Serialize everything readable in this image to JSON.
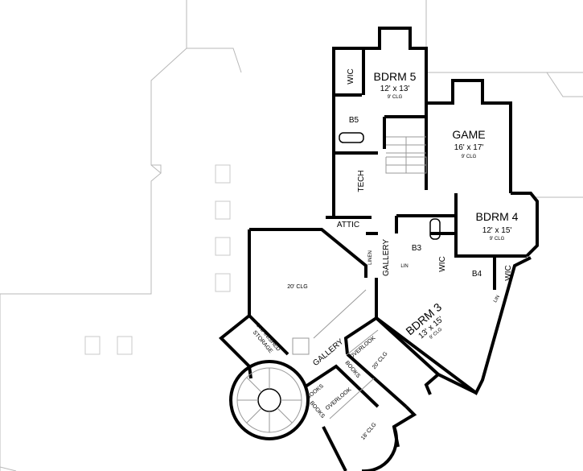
{
  "rooms": {
    "bdrm5": {
      "name": "BDRM 5",
      "size": "12' x 13'",
      "clg": "9' CLG"
    },
    "game": {
      "name": "GAME",
      "size": "16' x 17'",
      "clg": "9' CLG"
    },
    "bdrm4": {
      "name": "BDRM 4",
      "size": "12' x 15'",
      "clg": "9' CLG"
    },
    "bdrm3": {
      "name": "BDRM 3",
      "size": "13' x 15'",
      "clg": "9' CLG"
    },
    "wic_bdrm5": "WIC",
    "b5": "B5",
    "tech": "TECH",
    "attic": "ATTIC",
    "linen": "LINEN",
    "gallery_upper": "GALLERY",
    "b3": "B3",
    "lin_b3": "LIN",
    "wic_b3": "WIC",
    "b4": "B4",
    "wic_b4": "WIC",
    "lin_b4": "LIN",
    "great_room_clg": "20' CLG",
    "unfinished_storage": [
      "UNFINISHED",
      "STORAGE"
    ],
    "gallery_lower": "GALLERY",
    "overlook_upper": "OVERLOOK",
    "books_upper": "BOOKS",
    "foyer_clg": "20' CLG",
    "books_left1": "BOOKS",
    "books_left2": "BOOKS",
    "overlook_lower": "OVERLOOK",
    "study_clg": "18' CLG"
  }
}
